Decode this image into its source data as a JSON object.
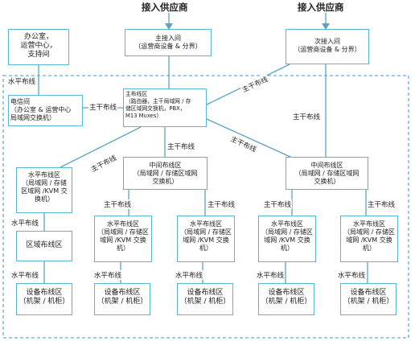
{
  "headers": {
    "provider_left": "接入供应商",
    "provider_right": "接入供应商"
  },
  "rooms": {
    "office": "办公室，\n运营中心，\n支持间",
    "telecom": "电信间\n（办公室 & 运营中心\n局域网交换机）",
    "main_entrance": "主接入间\n（运营商设备 & 分界）",
    "secondary_entrance": "次接入间\n（运营商设备 & 分界）",
    "main_distribution": "主布线区\n（路由器，主干局域网 / 存\n储区域网交换机，PBX，\nM13 Muxes）",
    "horizontal_left": "水平布线区\n（局域网 / 存储\n区域网 /KVM 交\n换机）",
    "zone_distribution": "区域布线区",
    "intermediate_left": "中间布线区\n（局域网 / 存储区域网\n交换机）",
    "intermediate_right": "中间布线区\n（局域网 / 存储区域网\n交换机）",
    "horizontal_1": "水平布线区\n（局域网 / 存储区\n域网 /KVM 交换\n机）",
    "horizontal_2": "水平布线区\n（局域网 / 存储区\n域网 /KVM 交换\n机）",
    "horizontal_3": "水平布线区\n（局域网 / 存储区\n域网 /KVM 交换\n机）",
    "horizontal_4": "水平布线区\n（局域网 / 存储区\n域网 /KVM 交换\n机）",
    "equipment_left": "设备布线区\n（机架 / 机柜）",
    "equipment_1": "设备布线区\n（机架 / 机柜）",
    "equipment_2": "设备布线区\n（机架 / 机柜）",
    "equipment_3": "设备布线区\n（机架 / 机柜）",
    "equipment_4": "设备布线区\n（机架 / 机柜）"
  },
  "cables": {
    "horizontal": "水平布线",
    "backbone": "主干布线"
  },
  "colors": {
    "box_border": "#58b7d3",
    "line": "#5aa3c2",
    "dashed_frame": "#6aaed0"
  }
}
